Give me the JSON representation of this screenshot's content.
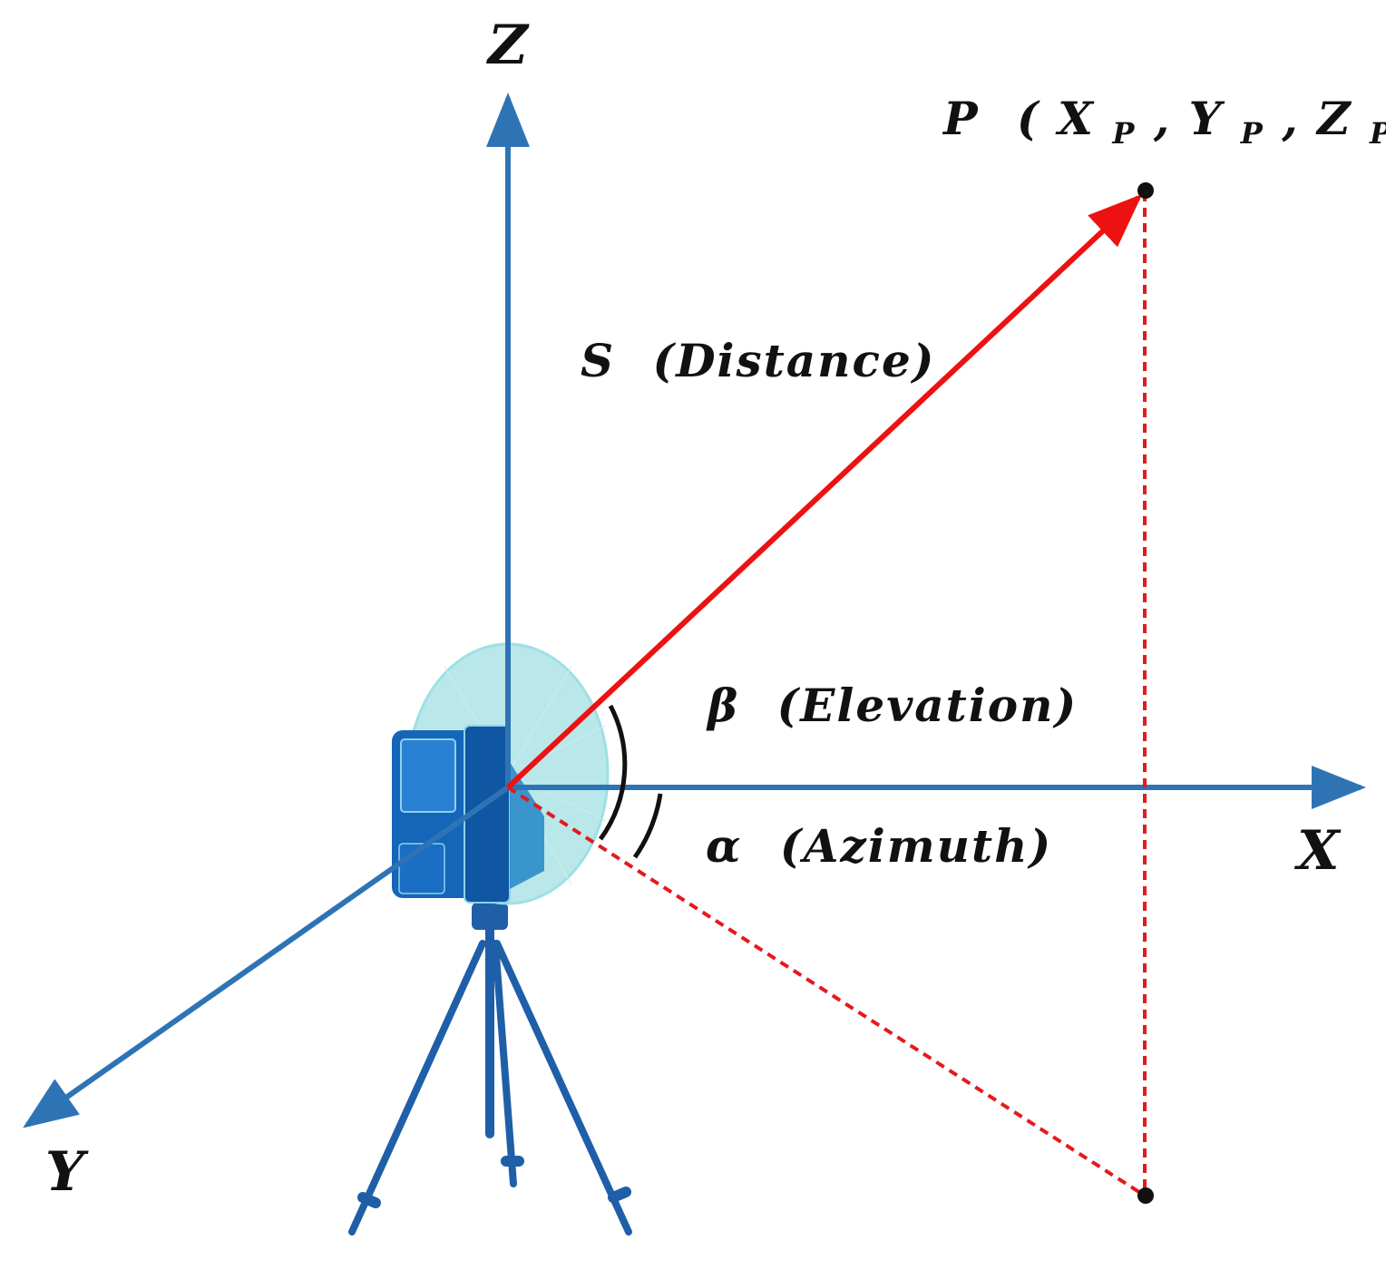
{
  "colors": {
    "axis": "#2e74b5",
    "vector": "#ee1111",
    "projection": "#e41a1c",
    "point": "#111111",
    "scanner_body": "#1565b8",
    "scanner_dome": "#7fd3d8",
    "tripod": "#1f5fa8"
  },
  "axes": {
    "z_label": "Z",
    "x_label": "X",
    "y_label": "Y"
  },
  "point": {
    "name": "P",
    "open_paren": "(",
    "x_sym": "X",
    "y_sym": "Y",
    "z_sym": "Z",
    "sub": "P",
    "comma": ",",
    "close_paren": ")"
  },
  "labels": {
    "distance_symbol": "S",
    "distance_text": "(Distance)",
    "elevation_symbol": "β",
    "elevation_text": "(Elevation)",
    "azimuth_symbol": "α",
    "azimuth_text": "(Azimuth)"
  },
  "icons": {
    "scanner": "laser-scanner-icon",
    "tripod": "tripod-icon"
  }
}
